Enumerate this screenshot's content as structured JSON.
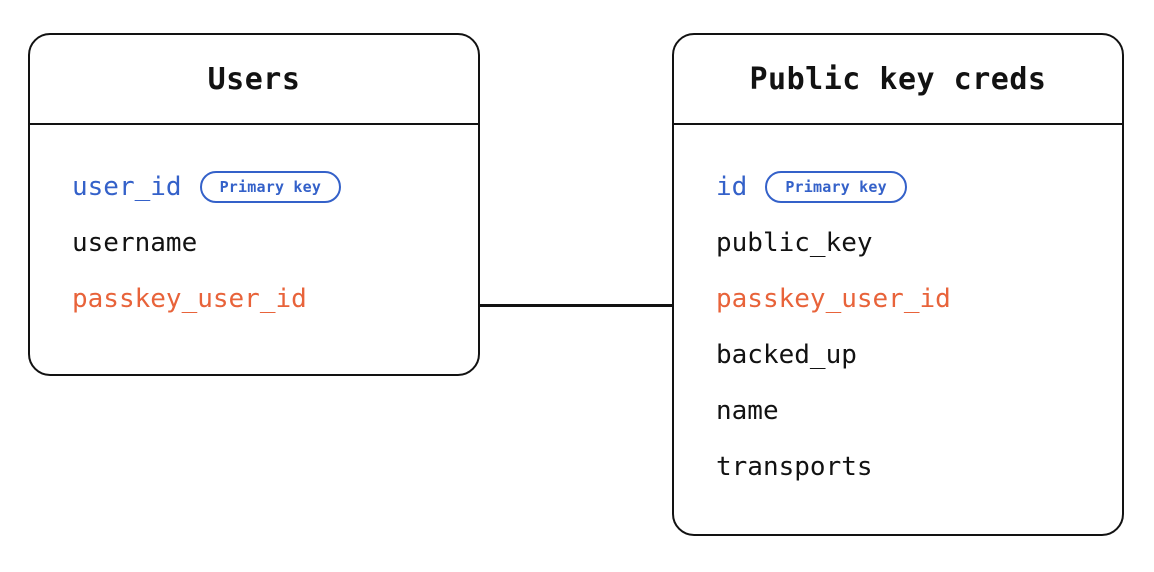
{
  "diagram": {
    "type": "entity-relationship-diagram",
    "background_color": "#ffffff",
    "colors": {
      "stroke": "#121212",
      "text": "#121212",
      "primary_key": "#3461C9",
      "foreign_key": "#E8633A"
    },
    "entities": [
      {
        "id": "users",
        "title": "Users",
        "attributes": [
          {
            "name": "user_id",
            "style": "primary",
            "badge": "Primary key"
          },
          {
            "name": "username",
            "style": "plain",
            "badge": null
          },
          {
            "name": "passkey_user_id",
            "style": "foreign",
            "badge": null
          }
        ]
      },
      {
        "id": "public-key-creds",
        "title": "Public key creds",
        "attributes": [
          {
            "name": "id",
            "style": "primary",
            "badge": "Primary key"
          },
          {
            "name": "public_key",
            "style": "plain",
            "badge": null
          },
          {
            "name": "passkey_user_id",
            "style": "foreign",
            "badge": null
          },
          {
            "name": "backed_up",
            "style": "plain",
            "badge": null
          },
          {
            "name": "name",
            "style": "plain",
            "badge": null
          },
          {
            "name": "transports",
            "style": "plain",
            "badge": null
          }
        ]
      }
    ],
    "relationship": {
      "from": "users.passkey_user_id",
      "to": "public-key-creds.passkey_user_id"
    }
  }
}
